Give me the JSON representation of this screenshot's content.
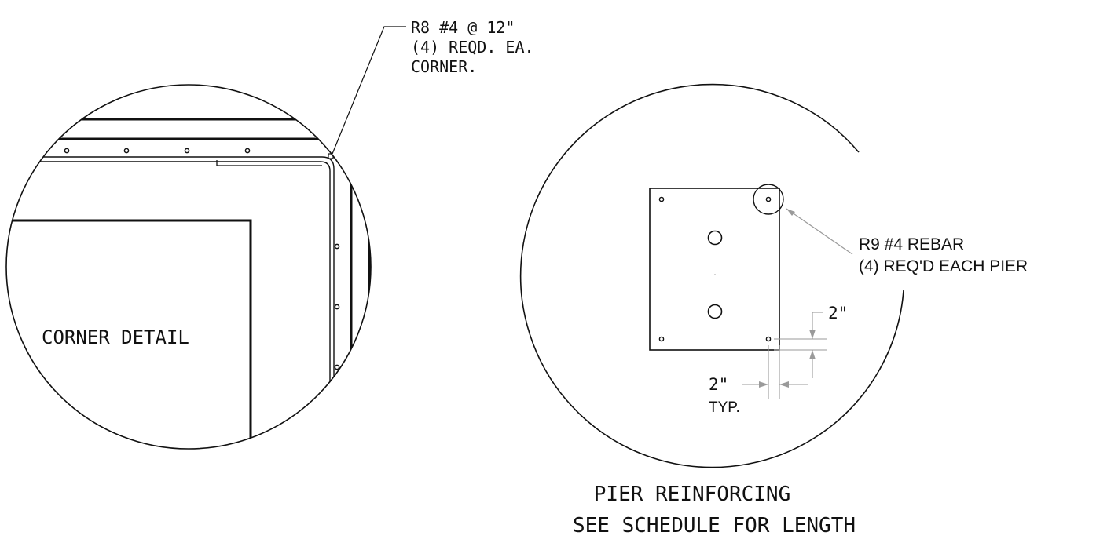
{
  "corner_detail": {
    "title": "CORNER DETAIL",
    "callout": [
      "R8 #4 @ 12\"",
      "(4) REQD. EA.",
      "CORNER."
    ]
  },
  "pier_detail": {
    "callout": [
      "R9 #4 REBAR",
      "(4) REQ'D EACH PIER"
    ],
    "dim_vertical": "2\"",
    "dim_horizontal": "2\"",
    "dim_note": "TYP.",
    "title_line1": "PIER REINFORCING",
    "title_line2": "SEE SCHEDULE FOR LENGTH"
  },
  "colors": {
    "line": "#111111",
    "dim": "#9a9a9a",
    "background": "#ffffff"
  }
}
